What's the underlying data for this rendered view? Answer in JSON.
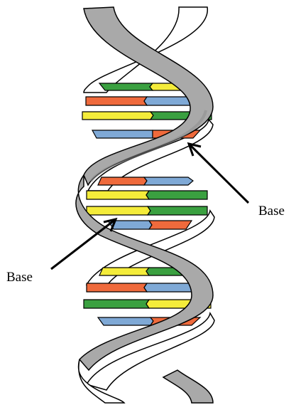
{
  "labels": {
    "right": "Base",
    "left": "Base"
  },
  "colors": {
    "backbone": "#a9a9a9",
    "backbone_shadow": "#8c8c8c",
    "outline": "#000000",
    "base_green": "#3aa040",
    "base_yellow": "#f4ec3a",
    "base_red": "#ef6a3c",
    "base_blue": "#7fa9d6"
  },
  "base_pairs": [
    [
      "green",
      "yellow"
    ],
    [
      "red",
      "blue"
    ],
    [
      "yellow",
      "green"
    ],
    [
      "blue",
      "red"
    ],
    [
      "red",
      "blue"
    ],
    [
      "yellow",
      "green"
    ],
    [
      "yellow",
      "green"
    ],
    [
      "blue",
      "red"
    ],
    [
      "yellow",
      "green"
    ],
    [
      "red",
      "blue"
    ],
    [
      "green",
      "yellow"
    ],
    [
      "blue",
      "red"
    ]
  ]
}
